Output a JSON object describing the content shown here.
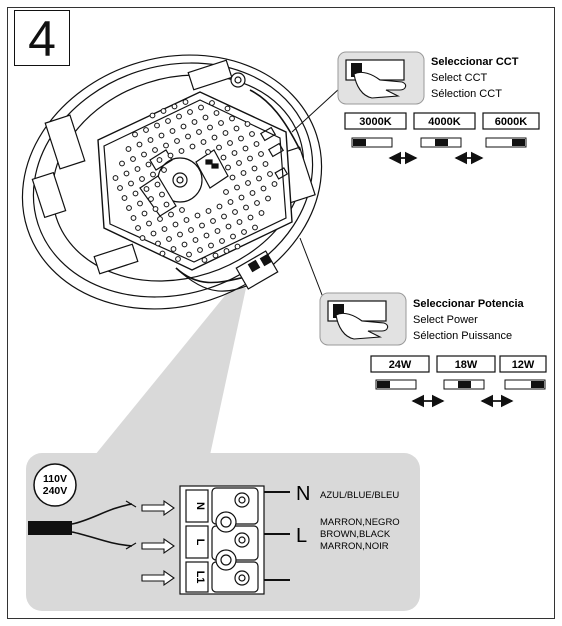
{
  "step": "4",
  "cct": {
    "title_es": "Seleccionar  CCT",
    "title_en": "Select  CCT",
    "title_fr": "Sélection CCT",
    "options": [
      "3000K",
      "4000K",
      "6000K"
    ]
  },
  "power": {
    "title_es": "Seleccionar  Potencia",
    "title_en": "Select  Power",
    "title_fr": "Sélection Puissance",
    "options": [
      "24W",
      "18W",
      "12W"
    ]
  },
  "voltage": {
    "line1": "110V",
    "line2": "240V"
  },
  "terminals": {
    "n_letter": "N",
    "n_wire": "AZUL/BLUE/BLEU",
    "l_letter": "L",
    "l_wire_1": "MARRON,NEGRO",
    "l_wire_2": "BROWN,BLACK",
    "l_wire_3": "MARRON,NOIR",
    "block_n": "N",
    "block_l": "L",
    "block_l1": "L1"
  },
  "colors": {
    "panel": "#d9d9d9",
    "stroke": "#111111",
    "selector_body": "#e2e2e2"
  }
}
